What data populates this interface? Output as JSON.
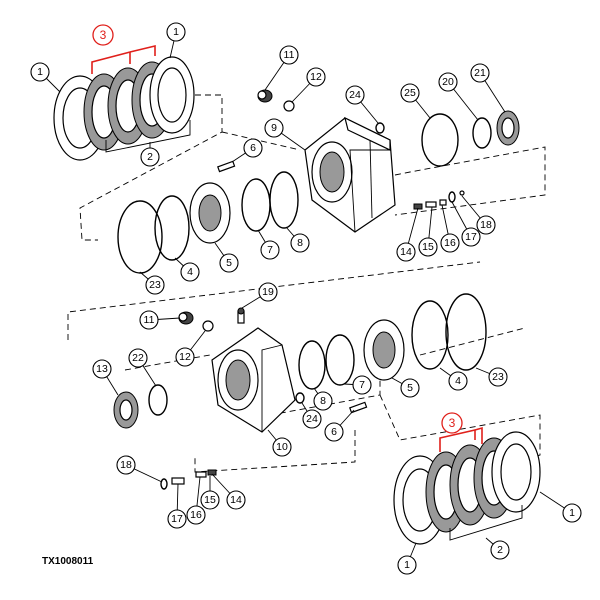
{
  "figure_id": "TX1008011",
  "highlight_color": "#e0201b",
  "highlight_label": "3",
  "callouts_top": [
    "1",
    "1",
    "2",
    "11",
    "12",
    "24",
    "9",
    "25",
    "20",
    "21",
    "6",
    "18",
    "17",
    "16",
    "15",
    "14",
    "23",
    "4",
    "5",
    "7",
    "8"
  ],
  "callouts_bottom": [
    "19",
    "11",
    "12",
    "22",
    "13",
    "10",
    "24",
    "8",
    "7",
    "6",
    "5",
    "4",
    "23",
    "18",
    "17",
    "16",
    "15",
    "14",
    "1",
    "2",
    "1"
  ]
}
